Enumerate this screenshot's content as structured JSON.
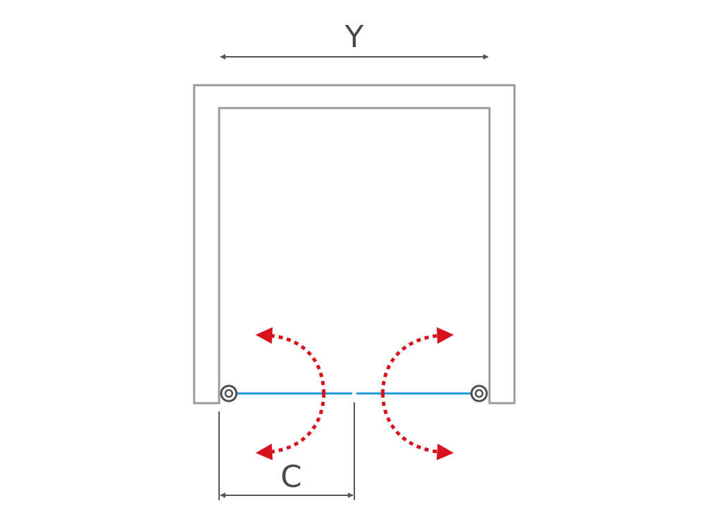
{
  "labels": {
    "width_label": "Y",
    "door_label": "C"
  },
  "colors": {
    "frame": "#9b9b9b",
    "dimension": "#555555",
    "glass": "#1a9ad6",
    "swing_arrow": "#d7121d",
    "hinge": "#4d4d4d",
    "background": "#ffffff"
  },
  "icons": {
    "hinge_left": "hinge-icon",
    "hinge_right": "hinge-icon",
    "swing": "dotted-arc-double-arrow"
  }
}
